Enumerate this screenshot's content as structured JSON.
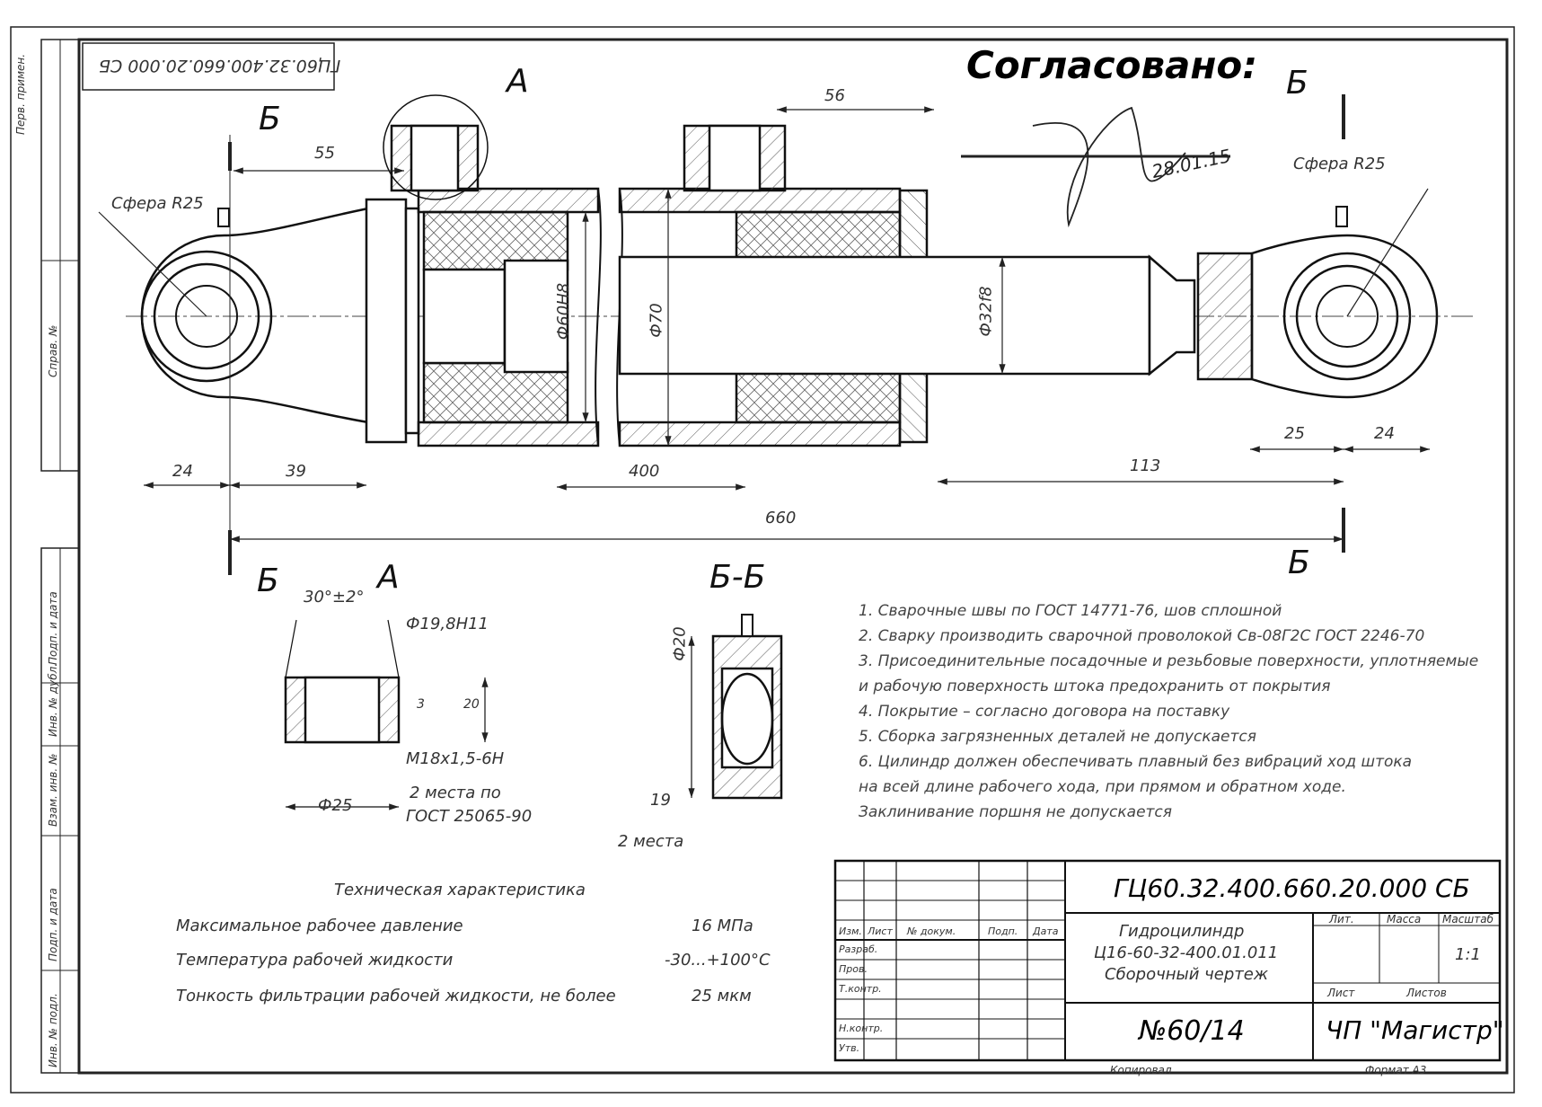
{
  "drawing": {
    "doc_number": "ГЦ60.32.400.660.20.000 СБ",
    "doc_number_rotated": "ГЦ60.32.400.660.20.000 СБ",
    "approved_label": "Согласовано:",
    "signature_date": "28.01.15"
  },
  "views": {
    "section_b": "Б",
    "section_a": "А",
    "section_bb": "Б-Б"
  },
  "dimensions": {
    "d55": "55",
    "d56": "56",
    "d24_left": "24",
    "d39": "39",
    "d400": "400",
    "d113": "113",
    "d25": "25",
    "d24_right": "24",
    "d660": "660",
    "sphere_left": "Сфера R25",
    "sphere_right": "Сфера R25",
    "dia_piston": "Ф60Н8",
    "dia_70": "Ф70",
    "dia_rod": "Ф32f8",
    "angle": "30°±2°",
    "bore": "Ф19,8Н11",
    "depth_3": "3",
    "depth_20": "20",
    "thread": "М18х1,5-6Н",
    "dia_25": "Ф25",
    "places_2": "2 места по",
    "gost_thread": "ГОСТ 25065-90",
    "bb_dia": "Ф20",
    "bb_width": "19",
    "bb_places": "2 места"
  },
  "notes": [
    "1. Сварочные швы по ГОСТ 14771-76, шов сплошной",
    "2. Сварку производить сварочной проволокой Св-08Г2С ГОСТ 2246-70",
    "3. Присоединительные посадочные и резьбовые поверхности, уплотняемые",
    "и рабочую поверхность штока предохранить от покрытия",
    "4. Покрытие – согласно договора на поставку",
    "5. Сборка загрязненных деталей не допускается",
    "6. Цилиндр должен обеспечивать плавный без вибраций ход штока",
    "на всей длине рабочего хода, при прямом и обратном ходе.",
    "Заклинивание поршня не допускается"
  ],
  "tech": {
    "heading": "Техническая характеристика",
    "rows": [
      {
        "label": "Максимальное рабочее давление",
        "value": "16 МПа"
      },
      {
        "label": "Температура рабочей жидкости",
        "value": "-30...+100°С"
      },
      {
        "label": "Тонкость фильтрации рабочей жидкости, не более",
        "value": "25 мкм"
      }
    ]
  },
  "title_block": {
    "designation": "ГЦ60.32.400.660.20.000 СБ",
    "name_1": "Гидроцилиндр",
    "name_2": "Ц16-60-32-400.01.011",
    "name_3": "Сборочный чертеж",
    "order": "№60/14",
    "company": "ЧП \"Магистр\"",
    "col_lit": "Лит.",
    "col_mass": "Масса",
    "col_scale": "Масштаб",
    "scale_value": "1:1",
    "sheet": "Лист",
    "sheets": "Листов",
    "role_izm": "Изм.",
    "role_list": "Лист",
    "role_doc": "№ докум.",
    "role_sign": "Подп.",
    "role_date": "Дата",
    "role_dev": "Разраб.",
    "role_check": "Пров.",
    "role_tcontr": "Т.контр.",
    "role_ncontr": "Н.контр.",
    "role_approved": "Утв.",
    "copied": "Копировал",
    "format": "Формат А3"
  },
  "side_stamps": [
    "Перв. примен.",
    "Справ. №",
    "Подп. и дата",
    "Инв. № дубл.",
    "Взам. инв. №",
    "Подп. и дата",
    "Инв. № подл."
  ]
}
